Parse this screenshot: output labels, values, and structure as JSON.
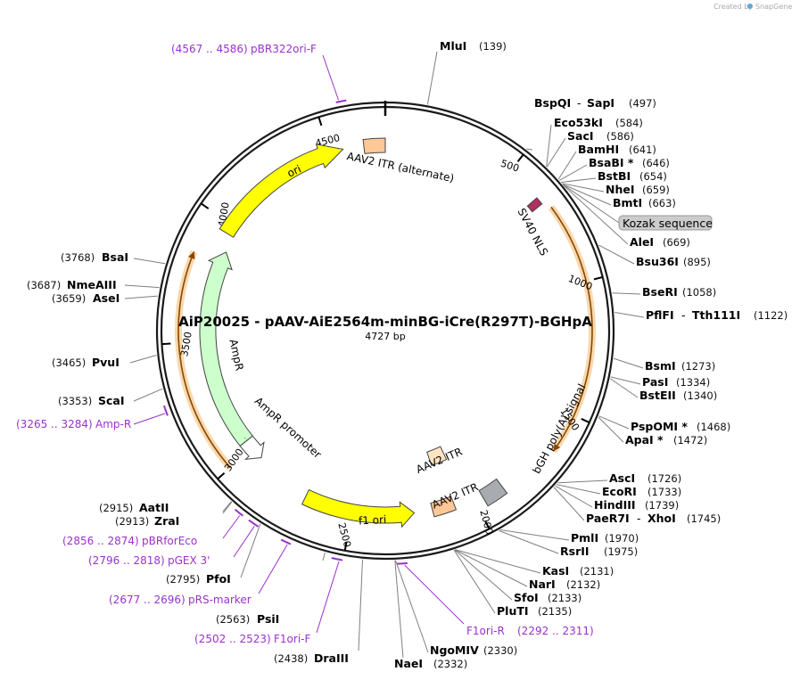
{
  "branding": {
    "created_by": "Created by",
    "app_name": "SnapGene"
  },
  "plasmid": {
    "name": "AiP20025 - pAAV-AiE2564m-minBG-iCre(R297T)-BGHpA",
    "length_label": "4727 bp"
  },
  "ticks": [
    "500",
    "1000",
    "1500",
    "2000",
    "2500",
    "3000",
    "3500",
    "4000",
    "4500"
  ],
  "features": {
    "ori": "ori",
    "aav2_itr_alt": "AAV2 ITR (alternate)",
    "sv40_nls": "SV40 NLS",
    "bgh_polya": "bGH poly(A) signal",
    "aav2_itr_1": "AAV2 ITR",
    "aav2_itr_2": "AAV2 ITR",
    "f1_ori": "f1 ori",
    "ampr": "AmpR",
    "ampr_promoter": "AmpR promoter"
  },
  "enzymes": [
    {
      "name": "MluI",
      "pos": "(139)"
    },
    {
      "name": "BspQI",
      "name2": "SapI",
      "pos": "(497)"
    },
    {
      "name": "Eco53kI",
      "pos": "(584)"
    },
    {
      "name": "SacI",
      "pos": "(586)"
    },
    {
      "name": "BamHI",
      "pos": "(641)"
    },
    {
      "name": "BsaBI *",
      "pos": "(646)"
    },
    {
      "name": "BstBI",
      "pos": "(654)"
    },
    {
      "name": "NheI",
      "pos": "(659)"
    },
    {
      "name": "BmtI",
      "pos": "(663)"
    },
    {
      "name": "AleI",
      "pos": "(669)"
    },
    {
      "name": "Bsu36I",
      "pos": "(895)"
    },
    {
      "name": "BseRI",
      "pos": "(1058)"
    },
    {
      "name": "PflFI",
      "name2": "Tth111I",
      "pos": "(1122)"
    },
    {
      "name": "BsmI",
      "pos": "(1273)"
    },
    {
      "name": "PasI",
      "pos": "(1334)"
    },
    {
      "name": "BstEII",
      "pos": "(1340)"
    },
    {
      "name": "PspOMI *",
      "pos": "(1468)"
    },
    {
      "name": "ApaI *",
      "pos": "(1472)"
    },
    {
      "name": "AscI",
      "pos": "(1726)"
    },
    {
      "name": "EcoRI",
      "pos": "(1733)"
    },
    {
      "name": "HindIII",
      "pos": "(1739)"
    },
    {
      "name": "PaeR7I",
      "name2": "XhoI",
      "pos": "(1745)"
    },
    {
      "name": "PmlI",
      "pos": "(1970)"
    },
    {
      "name": "RsrII",
      "pos": "(1975)"
    },
    {
      "name": "KasI",
      "pos": "(2131)"
    },
    {
      "name": "NarI",
      "pos": "(2132)"
    },
    {
      "name": "SfoI",
      "pos": "(2133)"
    },
    {
      "name": "PluTI",
      "pos": "(2135)"
    },
    {
      "name": "NgoMIV",
      "pos": "(2330)"
    },
    {
      "name": "NaeI",
      "pos": "(2332)"
    },
    {
      "name": "DraIII",
      "pos": "(2438)"
    },
    {
      "name": "PsiI",
      "pos": "(2563)"
    },
    {
      "name": "PfoI",
      "pos": "(2795)"
    },
    {
      "name": "ZraI",
      "pos": "(2913)"
    },
    {
      "name": "AatII",
      "pos": "(2915)"
    },
    {
      "name": "ScaI",
      "pos": "(3353)"
    },
    {
      "name": "PvuI",
      "pos": "(3465)"
    },
    {
      "name": "AseI",
      "pos": "(3659)"
    },
    {
      "name": "NmeAIII",
      "pos": "(3687)"
    },
    {
      "name": "BsaI",
      "pos": "(3768)"
    }
  ],
  "misc_label": "Kozak sequence",
  "primers": [
    {
      "range": "(4567 .. 4586)",
      "name": "pBR322ori-F"
    },
    {
      "range": "(2292 .. 2311)",
      "name": "F1ori-R"
    },
    {
      "range": "(2502 .. 2523)",
      "name": "F1ori-F"
    },
    {
      "range": "(2677 .. 2696)",
      "name": "pRS-marker"
    },
    {
      "range": "(2796 .. 2818)",
      "name": "pGEX 3'"
    },
    {
      "range": "(2856 .. 2874)",
      "name": "pBRforEco"
    },
    {
      "range": "(3265 .. 3284)",
      "name": "Amp-R"
    }
  ],
  "colors": {
    "backbone": "#1a1a1a",
    "ori": "#ffff00",
    "ampr": "#ccffcc",
    "itr": "#ffc896",
    "itr_light": "#ffe4c4",
    "polya": "#a8acb0",
    "nls": "#b03060",
    "orf_line": "#8b4500",
    "orf_glow": "#f5c98a",
    "primer": "#9a32cd",
    "kozak_fill": "#cccccc",
    "enzyme_line": "#7f7f7f"
  }
}
